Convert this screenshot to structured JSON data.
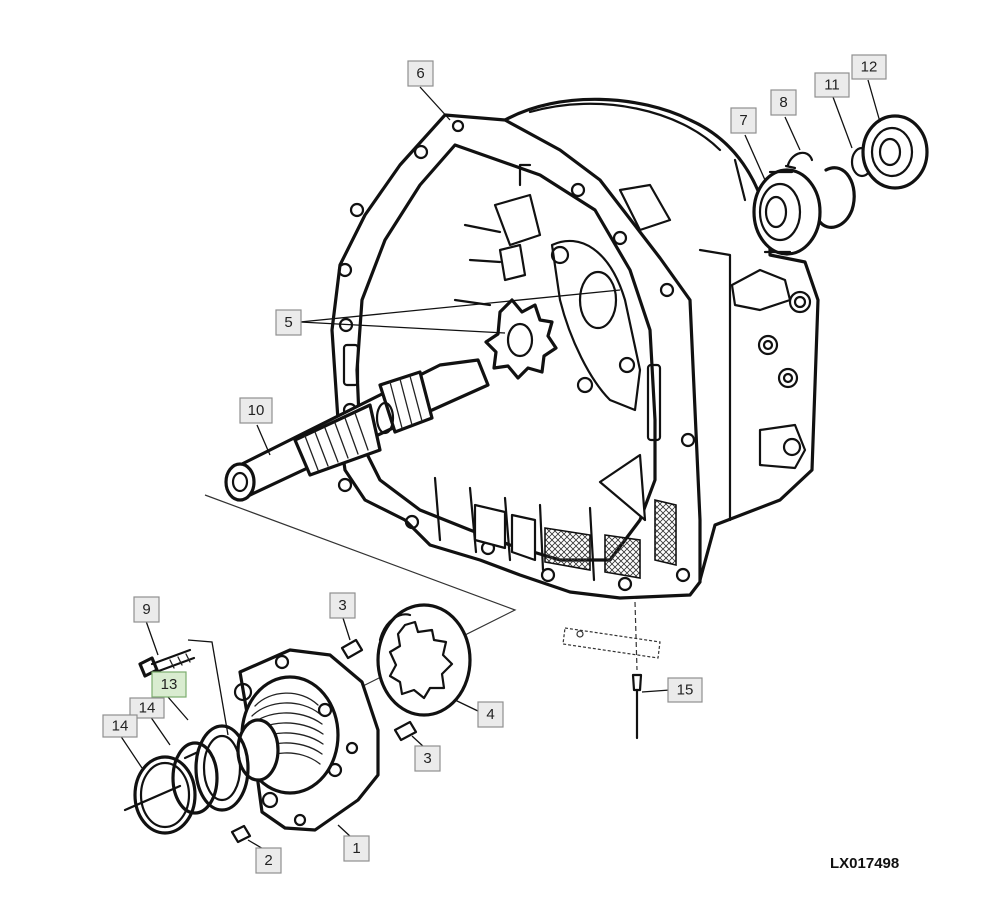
{
  "drawing_code": "LX017498",
  "parts": [
    {
      "id": "p1",
      "label": "1"
    },
    {
      "id": "p2",
      "label": "2"
    },
    {
      "id": "p3a",
      "label": "3"
    },
    {
      "id": "p3b",
      "label": "3"
    },
    {
      "id": "p4",
      "label": "4"
    },
    {
      "id": "p5",
      "label": "5"
    },
    {
      "id": "p6",
      "label": "6"
    },
    {
      "id": "p7",
      "label": "7"
    },
    {
      "id": "p8",
      "label": "8"
    },
    {
      "id": "p9",
      "label": "9"
    },
    {
      "id": "p10",
      "label": "10"
    },
    {
      "id": "p11",
      "label": "11"
    },
    {
      "id": "p12",
      "label": "12"
    },
    {
      "id": "p13",
      "label": "13",
      "highlighted": true
    },
    {
      "id": "p14a",
      "label": "14"
    },
    {
      "id": "p14b",
      "label": "14"
    },
    {
      "id": "p15",
      "label": "15"
    }
  ],
  "colors": {
    "label_fill": "#ebebeb",
    "label_border": "#8f8f8f",
    "highlight_fill": "#d9ecd0",
    "highlight_border": "#7cad6e",
    "line": "#111111"
  }
}
